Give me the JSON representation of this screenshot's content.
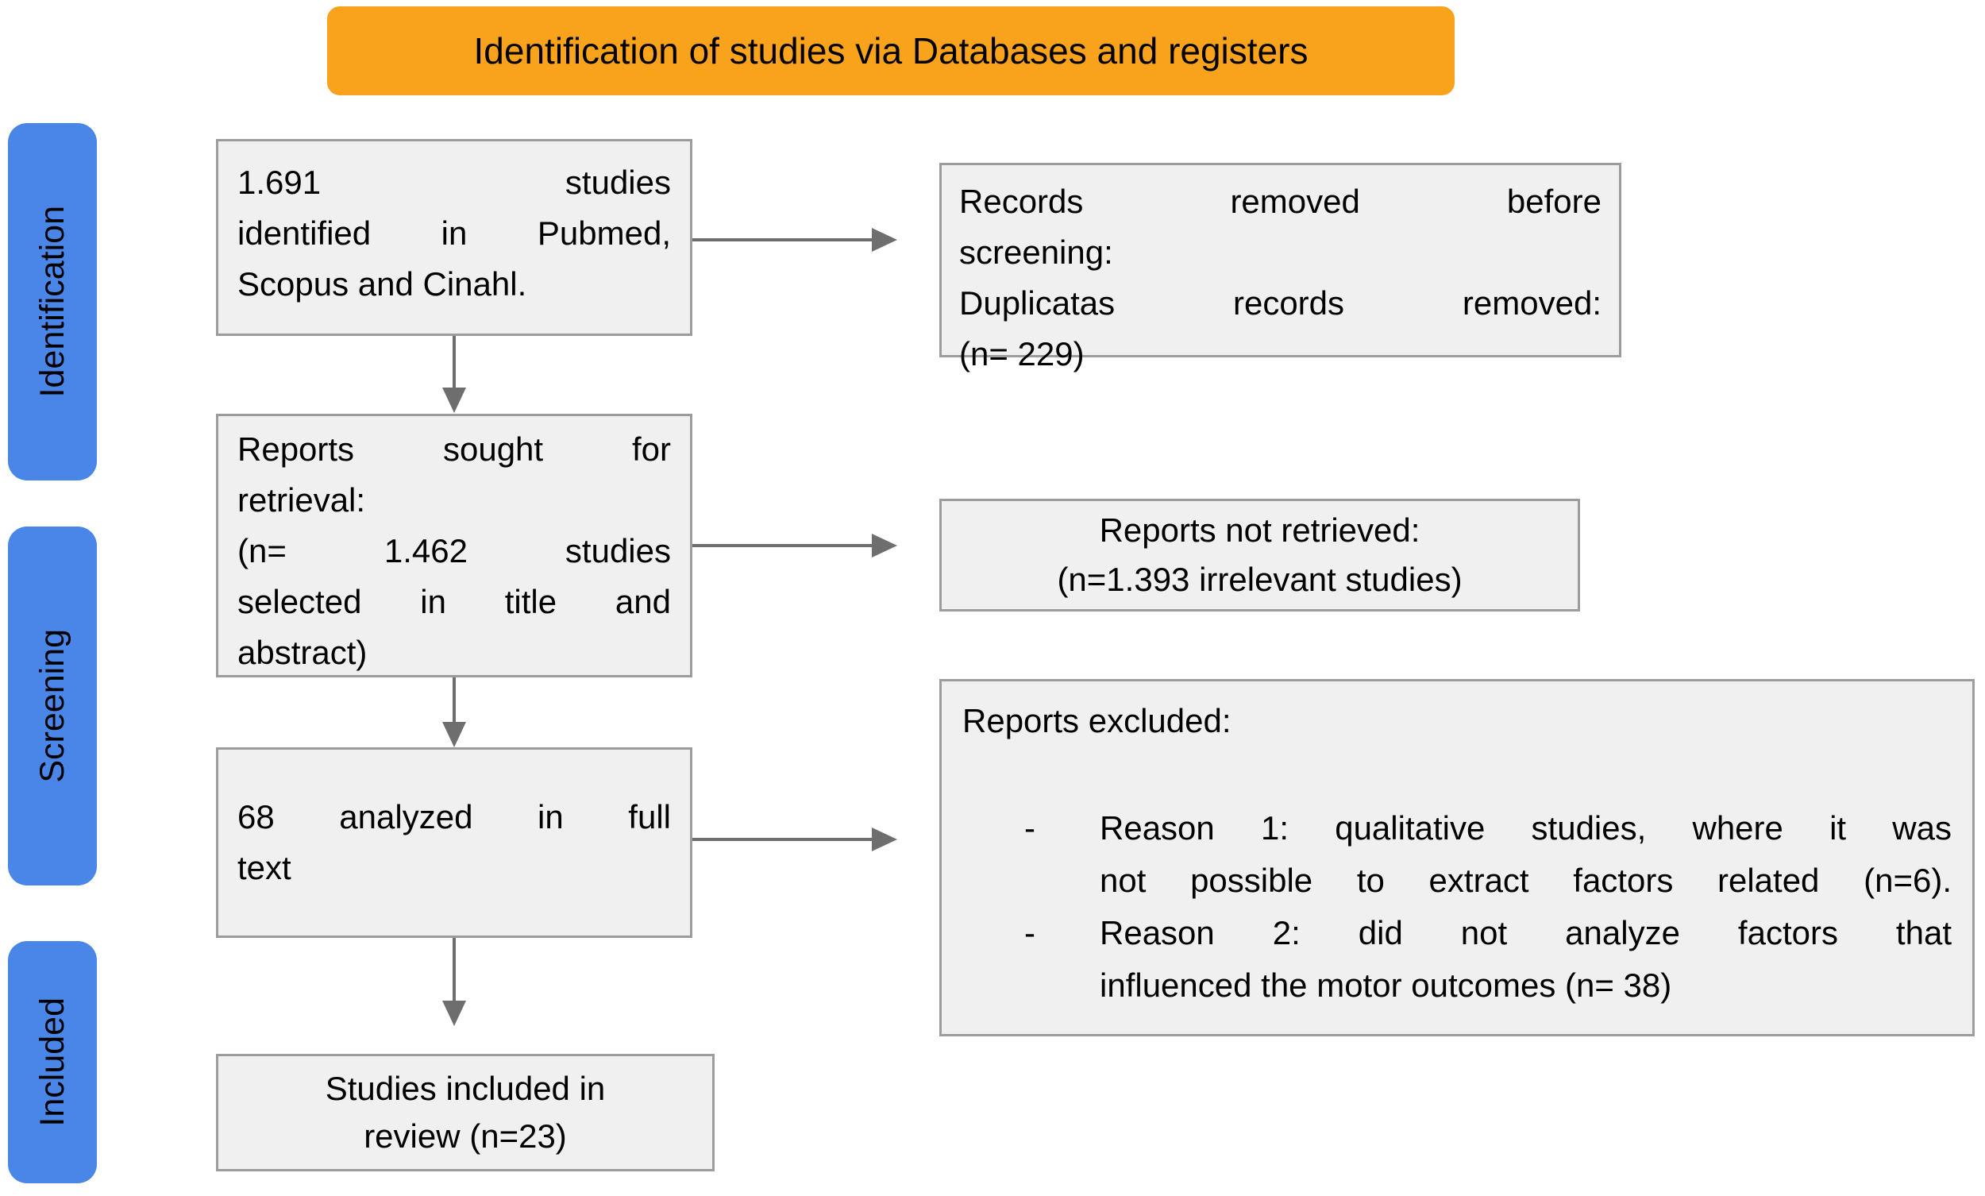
{
  "header": {
    "label": "Identification of studies via Databases and registers"
  },
  "sidebar": {
    "items": [
      {
        "label": "Identification"
      },
      {
        "label": "Screening"
      },
      {
        "label": "Included"
      }
    ]
  },
  "colors": {
    "header_bg": "#F9A21C",
    "sidebar_bg": "#4A86E8",
    "box_bg": "#F0F0F0",
    "box_border": "#9C9C9C",
    "arrow": "#6E6E6E",
    "text": "#000000"
  },
  "boxes": {
    "identified": {
      "lines": [
        "1.691 studies",
        "identified in Pubmed,",
        "Scopus and Cinahl."
      ]
    },
    "removed": {
      "lines": [
        "Records removed before",
        "screening:",
        "Duplicatas records removed:",
        "(n= 229)"
      ]
    },
    "sought": {
      "lines": [
        "Reports sought for",
        "retrieval:",
        "(n= 1.462 studies",
        "selected in title and",
        "abstract)"
      ]
    },
    "not_retrieved": {
      "lines": [
        "Reports not retrieved:",
        "(n=1.393 irrelevant studies)"
      ]
    },
    "fulltext": {
      "lines": [
        "68 analyzed in full",
        "text"
      ]
    },
    "excluded": {
      "title": "Reports excluded:",
      "bullets": [
        {
          "marker": "-",
          "lines": [
            "Reason 1: qualitative studies, where it was",
            "not possible to extract factors related (n=6)."
          ]
        },
        {
          "marker": "-",
          "lines": [
            "Reason 2: did not analyze factors that",
            "influenced the motor outcomes (n= 38)"
          ]
        }
      ]
    },
    "included": {
      "lines": [
        "Studies included in",
        "review (n=23)"
      ]
    }
  }
}
